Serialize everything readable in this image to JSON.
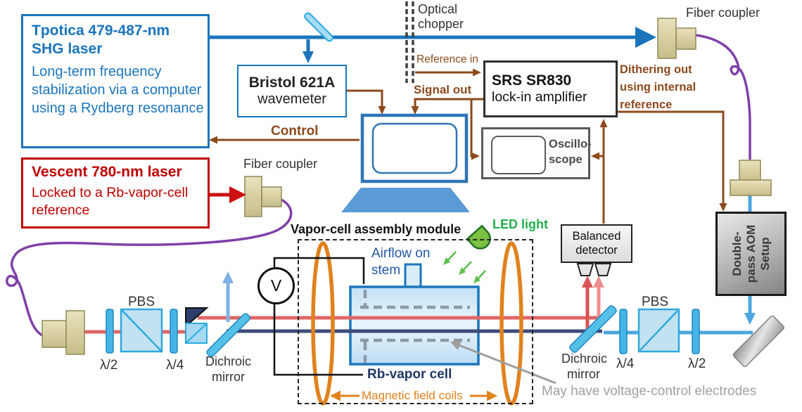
{
  "colors": {
    "brand_blue": "#1B75BC",
    "laser_red_box": "#C00000",
    "wire_brown": "#8C4A1D",
    "beam_blue": "#1B75BC",
    "beam_light_blue": "#4DA6DF",
    "beam_navy": "#3E4C7A",
    "beam_red": "#E06666",
    "fiber_purple": "#8040A8",
    "coil_orange": "#E0821E",
    "led_green": "#21B04B",
    "note_gray": "#A0A0A0"
  },
  "shg_box": {
    "title": "Tpotica 479-487-nm SHG laser",
    "body": "Long-term frequency stabilization via a computer using a Rydberg resonance"
  },
  "vescent_box": {
    "title": "Vescent 780-nm laser",
    "body": "Locked to a Rb-vapor-cell reference"
  },
  "bristol_box": {
    "title": "Bristol 621A",
    "subtitle": "wavemeter"
  },
  "sr830_box": {
    "title": "SRS SR830",
    "subtitle": "lock-in amplifier"
  },
  "oscilloscope": {
    "lines": [
      "Oscillo-",
      "scope"
    ]
  },
  "balanced_detector": {
    "lines": [
      "Balanced",
      "detector"
    ]
  },
  "aom_box": {
    "lines": [
      "Double-",
      "pass AOM",
      "Setup"
    ]
  },
  "labels": {
    "optical_chopper": [
      "Optical",
      "chopper"
    ],
    "fiber_coupler_top": "Fiber coupler",
    "fiber_coupler_left": "Fiber coupler",
    "reference_in": "Reference in",
    "signal_out": "Signal out",
    "control": "Control",
    "dithering": [
      "Dithering out",
      "using internal",
      "reference"
    ],
    "vapor_module": "Vapor-cell assembly module",
    "airflow": [
      "Airflow on",
      "stem"
    ],
    "led_light": "LED light",
    "rb_cell": "Rb-vapor cell",
    "magnetic_coils": "Magnetic field coils",
    "electrode_note": "May have voltage-control electrodes",
    "pbs_left": "PBS",
    "pbs_right": "PBS",
    "half_wave_left": "λ/2",
    "quarter_wave_left": "λ/4",
    "quarter_wave_right": "λ/4",
    "half_wave_right": "λ/2",
    "dichroic_left": [
      "Dichroic",
      "mirror"
    ],
    "dichroic_right": [
      "Dichroic",
      "mirror"
    ],
    "voltmeter": "V"
  }
}
